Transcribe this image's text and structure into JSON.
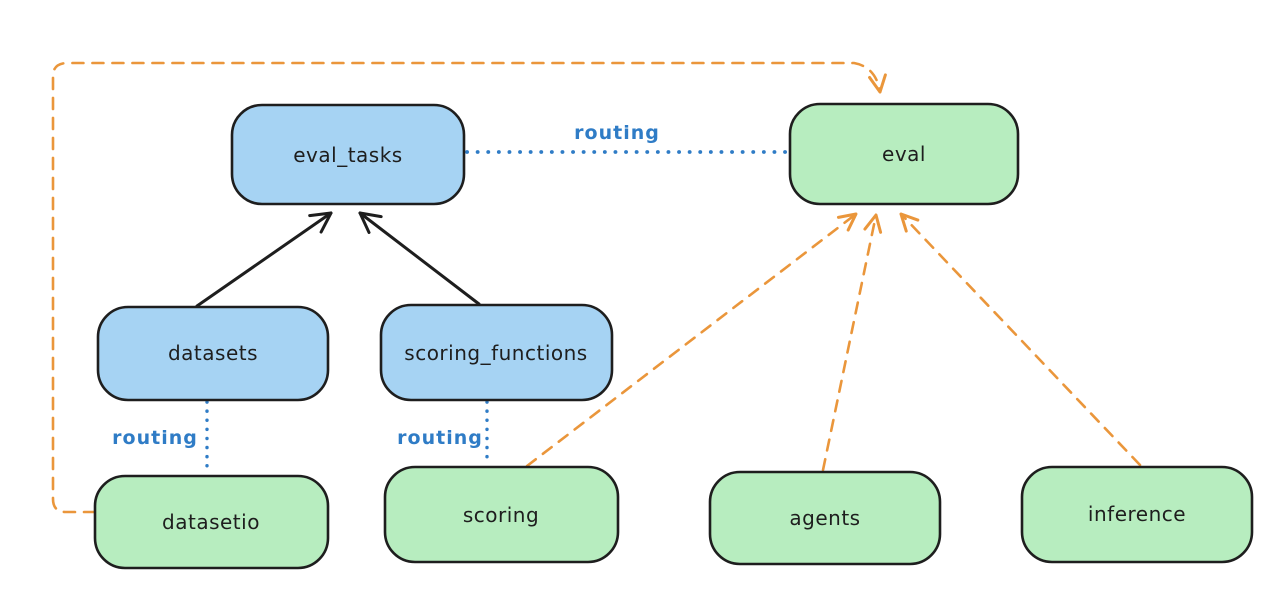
{
  "diagram": {
    "colors": {
      "background": "#ffffff",
      "stroke": "#1e1e1e",
      "blue_fill": "#a6d3f3",
      "green_fill": "#b7edbf",
      "orange": "#ea963b",
      "blue": "#2f7cc6"
    },
    "nodes": [
      {
        "id": "eval_tasks",
        "label": "eval_tasks",
        "color": "blue"
      },
      {
        "id": "eval",
        "label": "eval",
        "color": "green"
      },
      {
        "id": "datasets",
        "label": "datasets",
        "color": "blue"
      },
      {
        "id": "scoring_functions",
        "label": "scoring_functions",
        "color": "blue"
      },
      {
        "id": "datasetio",
        "label": "datasetio",
        "color": "green"
      },
      {
        "id": "scoring",
        "label": "scoring",
        "color": "green"
      },
      {
        "id": "agents",
        "label": "agents",
        "color": "green"
      },
      {
        "id": "inference",
        "label": "inference",
        "color": "green"
      }
    ],
    "edges": [
      {
        "from": "datasets",
        "to": "eval_tasks",
        "style": "solid-black-arrow",
        "label": ""
      },
      {
        "from": "scoring_functions",
        "to": "eval_tasks",
        "style": "solid-black-arrow",
        "label": ""
      },
      {
        "from": "eval_tasks",
        "to": "eval",
        "style": "dotted-blue",
        "label": "routing"
      },
      {
        "from": "datasets",
        "to": "datasetio",
        "style": "dotted-blue",
        "label": "routing"
      },
      {
        "from": "scoring_functions",
        "to": "scoring",
        "style": "dotted-blue",
        "label": "routing"
      },
      {
        "from": "datasetio",
        "to": "eval",
        "style": "dashed-orange-arrow",
        "label": ""
      },
      {
        "from": "scoring",
        "to": "eval",
        "style": "dashed-orange-arrow",
        "label": ""
      },
      {
        "from": "agents",
        "to": "eval",
        "style": "dashed-orange-arrow",
        "label": ""
      },
      {
        "from": "inference",
        "to": "eval",
        "style": "dashed-orange-arrow",
        "label": ""
      }
    ]
  }
}
